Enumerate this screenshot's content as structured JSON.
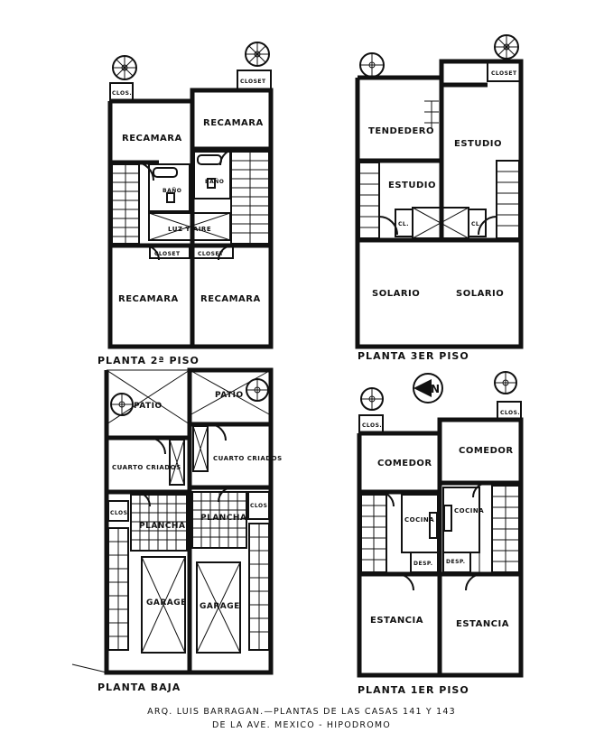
{
  "plans": {
    "p2": {
      "title": "PLANTA 2ª PISO",
      "recamara": "RECAMARA",
      "closet": "CLOSET",
      "clos": "CLOS.",
      "bano": "BAÑO",
      "luz": "LUZ Y AIRE"
    },
    "p3": {
      "title": "PLANTA 3ER PISO",
      "tendedero": "TENDEDERO",
      "estudio": "ESTUDIO",
      "closet": "CLOSET",
      "cl": "CL.",
      "solario": "SOLARIO"
    },
    "pb": {
      "title": "PLANTA BAJA",
      "patio": "PATIO",
      "cuarto": "CUARTO CRIADOS",
      "clos": "CLOS.",
      "plancha": "PLANCHA",
      "garage": "GARAGE"
    },
    "p1": {
      "title": "PLANTA 1ER PISO",
      "clos": "CLOS.",
      "comedor": "COMEDOR",
      "cocina": "COCINA",
      "desp": "DESP.",
      "estancia": "ESTANCIA"
    }
  },
  "north": "N",
  "footer": {
    "line1": "ARQ. LUIS BARRAGAN.—PLANTAS DE LAS CASAS 141 Y 143",
    "line2": "DE LA AVE. MEXICO - HIPODROMO"
  }
}
